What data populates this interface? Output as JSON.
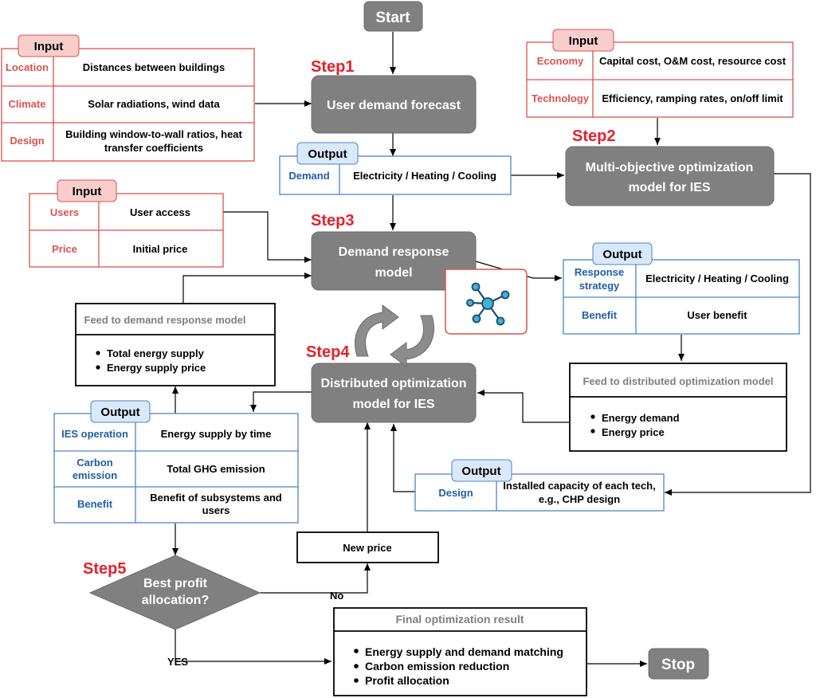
{
  "start": "Start",
  "stop": "Stop",
  "steps": [
    "Step1",
    "Step2",
    "Step3",
    "Step4",
    "Step5"
  ],
  "step1": "User demand forecast",
  "step2": [
    "Multi-objective optimization",
    "model for IES"
  ],
  "step3": [
    "Demand response",
    "model"
  ],
  "step4": [
    "Distributed optimization",
    "model for IES"
  ],
  "step5": [
    "Best profit",
    "allocation?"
  ],
  "input1": {
    "tag": "Input",
    "rows": [
      {
        "label": "Location",
        "value": [
          "Distances between buildings"
        ]
      },
      {
        "label": "Climate",
        "value": [
          "Solar radiations, wind data"
        ]
      },
      {
        "label": "Design",
        "value": [
          "Building window-to-wall ratios, heat",
          "transfer coefficients"
        ]
      }
    ]
  },
  "input2": {
    "tag": "Input",
    "rows": [
      {
        "label": "Economy",
        "value": [
          "Capital cost, O&M cost, resource cost"
        ]
      },
      {
        "label": "Technology",
        "value": [
          "Efficiency, ramping rates, on/off limit"
        ]
      }
    ]
  },
  "input3": {
    "tag": "Input",
    "rows": [
      {
        "label": "Users",
        "value": [
          "User access"
        ]
      },
      {
        "label": "Price",
        "value": [
          "Initial price"
        ]
      }
    ]
  },
  "output1": {
    "tag": "Output",
    "rows": [
      {
        "label": [
          "Demand"
        ],
        "value": [
          "Electricity / Heating / Cooling"
        ]
      }
    ]
  },
  "output2": {
    "tag": "Output",
    "rows": [
      {
        "label": [
          "Response",
          "strategy"
        ],
        "value": [
          "Electricity / Heating / Cooling"
        ]
      },
      {
        "label": [
          "Benefit"
        ],
        "value": [
          "User benefit"
        ]
      }
    ]
  },
  "output3": {
    "tag": "Output",
    "rows": [
      {
        "label": [
          "IES operation"
        ],
        "value": [
          "Energy supply by time"
        ]
      },
      {
        "label": [
          "Carbon",
          "emission"
        ],
        "value": [
          "Total GHG emission"
        ]
      },
      {
        "label": [
          "Benefit"
        ],
        "value": [
          "Benefit of subsystems and",
          "users"
        ]
      }
    ]
  },
  "output4": {
    "tag": "Output",
    "rows": [
      {
        "label": [
          "Design"
        ],
        "value": [
          "Installed capacity of each tech,",
          "e.g., CHP design"
        ]
      }
    ]
  },
  "feed_dr": {
    "title": "Feed to demand response model",
    "items": [
      "Total energy supply",
      "Energy supply price"
    ]
  },
  "feed_do": {
    "title": "Feed to distributed optimization model",
    "items": [
      "Energy demand",
      "Energy price"
    ]
  },
  "new_price": "New price",
  "no": "No",
  "yes": "YES",
  "final": {
    "title": "Final optimization result",
    "items": [
      "Energy supply and demand matching",
      "Carbon emission reduction",
      "Profit allocation"
    ]
  },
  "colors": {
    "red": "#d9534f",
    "blue": "#4a86c5",
    "gray": "#7f7f7f",
    "step": "#e8202a",
    "tagred": "#f8cecc",
    "tagblue": "#dae8fc"
  }
}
